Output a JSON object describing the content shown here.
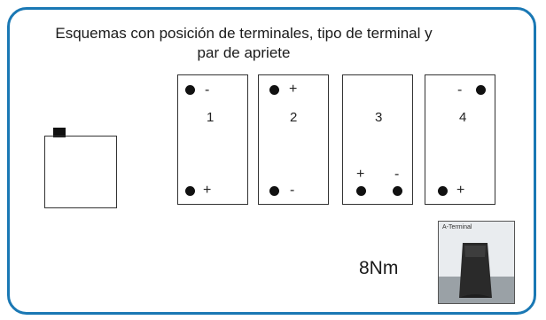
{
  "title": "Esquemas con posición de terminales, tipo de terminal y par de apriete",
  "layouts": [
    {
      "number": "1",
      "top_symbol": "-",
      "bottom_symbol": "+"
    },
    {
      "number": "2",
      "top_symbol": "+",
      "bottom_symbol": "-"
    },
    {
      "number": "3",
      "left_symbol": "+",
      "right_symbol": "-"
    },
    {
      "number": "4",
      "top_symbol": "-",
      "bottom_symbol": "+"
    }
  ],
  "torque": "8Nm",
  "terminal_image_label": "A-Terminal",
  "colors": {
    "border": "#1a78b4",
    "terminal_fill": "#2a2a2a",
    "terminal_base": "#9aa1a6"
  }
}
